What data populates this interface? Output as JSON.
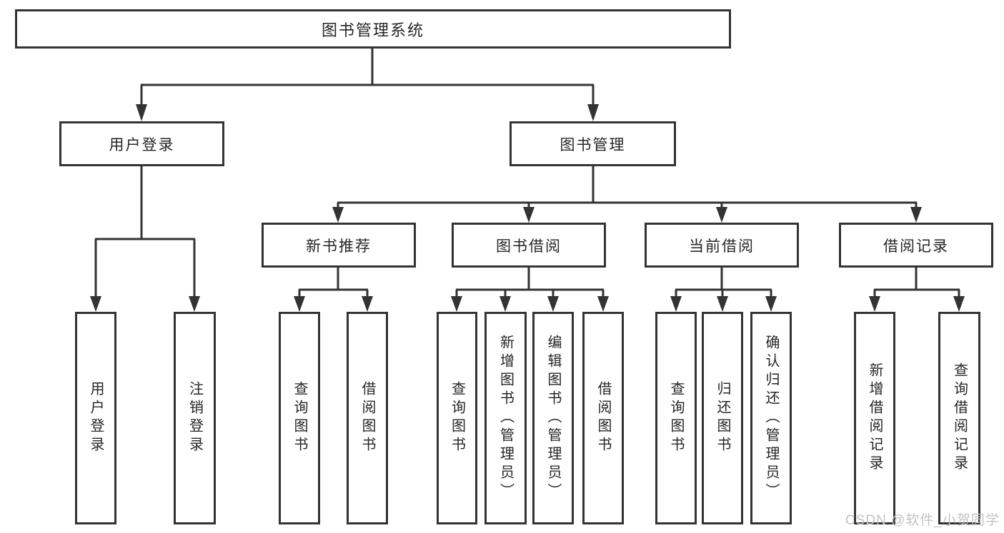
{
  "title": "图书管理系统",
  "tree": {
    "root": "图书管理系统",
    "branches": [
      {
        "label": "用户登录",
        "leaves": [
          "用户登录",
          "注销登录"
        ]
      },
      {
        "label": "图书管理",
        "children": [
          {
            "label": "新书推荐",
            "leaves": [
              "查询图书",
              "借阅图书"
            ]
          },
          {
            "label": "图书借阅",
            "leaves": [
              "查询图书",
              "新增图书（管理员）",
              "编辑图书（管理员）",
              "借阅图书"
            ]
          },
          {
            "label": "当前借阅",
            "leaves": [
              "查询图书",
              "归还图书",
              "确认归还（管理员）"
            ]
          },
          {
            "label": "借阅记录",
            "leaves": [
              "新增借阅记录",
              "查询借阅记录"
            ]
          }
        ]
      }
    ]
  },
  "watermark": "CSDN @软件_小贺同学",
  "colors": {
    "line": "#333333",
    "text": "#262626",
    "background": "#ffffff",
    "watermark": "#c3c3c3"
  }
}
